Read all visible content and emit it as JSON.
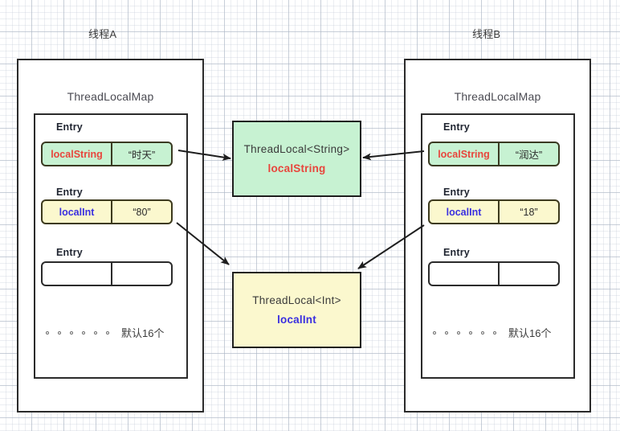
{
  "diagram": {
    "title": "ThreadLocal / ThreadLocalMap structure",
    "colors": {
      "green_fill": "#c7f2d2",
      "yellow_fill": "#fbf8ce",
      "key_red": "#e8453c",
      "key_blue": "#3a2fe0",
      "border_dark": "#2b2b2b",
      "grid": "#aab4c3"
    }
  },
  "threads": [
    {
      "label": "线程A",
      "map_title": "ThreadLocalMap",
      "entries": [
        {
          "caption": "Entry",
          "style": "green",
          "key": "localString",
          "value": "“时天”"
        },
        {
          "caption": "Entry",
          "style": "yellow",
          "key": "localInt",
          "value": "“80”"
        },
        {
          "caption": "Entry",
          "style": "empty",
          "key": "",
          "value": ""
        }
      ],
      "ellipsis": {
        "dots": 6,
        "text": "默认16个"
      }
    },
    {
      "label": "线程B",
      "map_title": "ThreadLocalMap",
      "entries": [
        {
          "caption": "Entry",
          "style": "green",
          "key": "localString",
          "value": "“润达”"
        },
        {
          "caption": "Entry",
          "style": "yellow",
          "key": "localInt",
          "value": "“18”"
        },
        {
          "caption": "Entry",
          "style": "empty",
          "key": "",
          "value": ""
        }
      ],
      "ellipsis": {
        "dots": 6,
        "text": "默认16个"
      }
    }
  ],
  "threadlocals": [
    {
      "style": "green",
      "type": "ThreadLocal<String>",
      "name": "localString"
    },
    {
      "style": "yellow",
      "type": "ThreadLocal<Int>",
      "name": "localInt"
    }
  ]
}
